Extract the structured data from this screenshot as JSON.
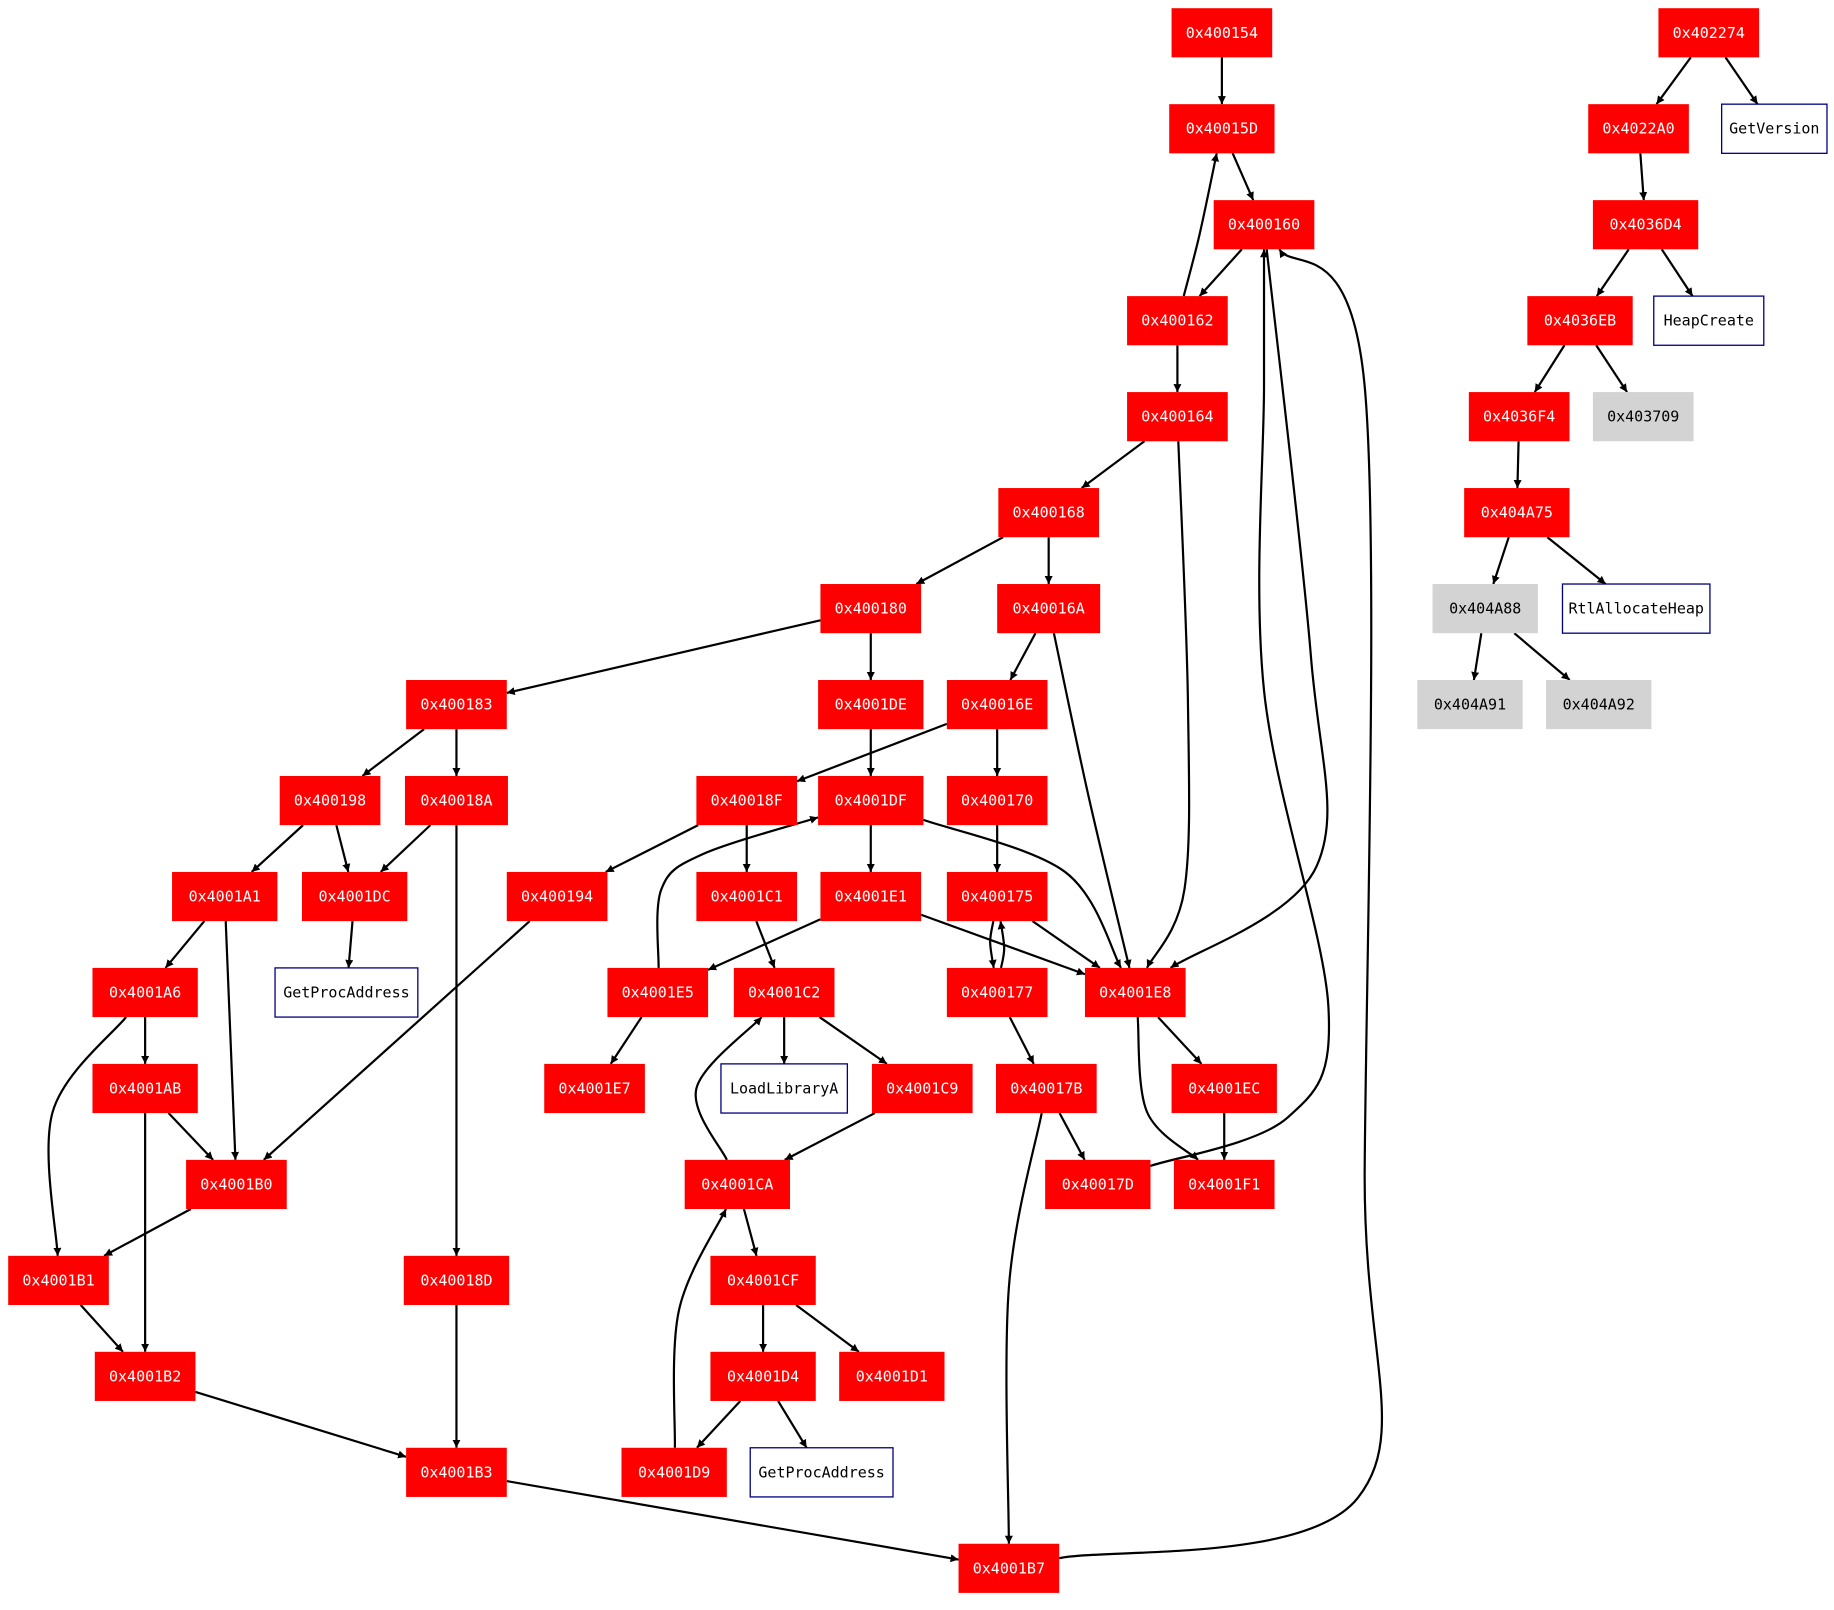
{
  "colors": {
    "basic_block_fill": "#ff0000",
    "basic_block_text": "#ffffff",
    "api_border": "#000080",
    "api_text": "#000000",
    "unresolved_fill": "#d3d3d3",
    "unresolved_text": "#000000",
    "edge": "#000000"
  },
  "nodes": [
    {
      "id": "n400154",
      "label": "0x400154",
      "kind": "block"
    },
    {
      "id": "n40015D",
      "label": "0x40015D",
      "kind": "block"
    },
    {
      "id": "n400160",
      "label": "0x400160",
      "kind": "block"
    },
    {
      "id": "n400162",
      "label": "0x400162",
      "kind": "block"
    },
    {
      "id": "n400164",
      "label": "0x400164",
      "kind": "block"
    },
    {
      "id": "n400168",
      "label": "0x400168",
      "kind": "block"
    },
    {
      "id": "n400180",
      "label": "0x400180",
      "kind": "block"
    },
    {
      "id": "n40016A",
      "label": "0x40016A",
      "kind": "block"
    },
    {
      "id": "n400183",
      "label": "0x400183",
      "kind": "block"
    },
    {
      "id": "n4001DE",
      "label": "0x4001DE",
      "kind": "block"
    },
    {
      "id": "n40016E",
      "label": "0x40016E",
      "kind": "block"
    },
    {
      "id": "n400198",
      "label": "0x400198",
      "kind": "block"
    },
    {
      "id": "n40018A",
      "label": "0x40018A",
      "kind": "block"
    },
    {
      "id": "n40018F",
      "label": "0x40018F",
      "kind": "block"
    },
    {
      "id": "n4001DF",
      "label": "0x4001DF",
      "kind": "block"
    },
    {
      "id": "n400170",
      "label": "0x400170",
      "kind": "block"
    },
    {
      "id": "n4001A1",
      "label": "0x4001A1",
      "kind": "block"
    },
    {
      "id": "n4001DC",
      "label": "0x4001DC",
      "kind": "block"
    },
    {
      "id": "n400194",
      "label": "0x400194",
      "kind": "block"
    },
    {
      "id": "n4001C1",
      "label": "0x4001C1",
      "kind": "block"
    },
    {
      "id": "n4001E1",
      "label": "0x4001E1",
      "kind": "block"
    },
    {
      "id": "n400175",
      "label": "0x400175",
      "kind": "block"
    },
    {
      "id": "n4001A6",
      "label": "0x4001A6",
      "kind": "block"
    },
    {
      "id": "gpa1",
      "label": "GetProcAddress",
      "kind": "api"
    },
    {
      "id": "n4001E5",
      "label": "0x4001E5",
      "kind": "block"
    },
    {
      "id": "n4001C2",
      "label": "0x4001C2",
      "kind": "block"
    },
    {
      "id": "n400177",
      "label": "0x400177",
      "kind": "block"
    },
    {
      "id": "n4001E8",
      "label": "0x4001E8",
      "kind": "block"
    },
    {
      "id": "n4001AB",
      "label": "0x4001AB",
      "kind": "block"
    },
    {
      "id": "n4001E7",
      "label": "0x4001E7",
      "kind": "block"
    },
    {
      "id": "lla",
      "label": "LoadLibraryA",
      "kind": "api"
    },
    {
      "id": "n4001C9",
      "label": "0x4001C9",
      "kind": "block"
    },
    {
      "id": "n40017B",
      "label": "0x40017B",
      "kind": "block"
    },
    {
      "id": "n4001EC",
      "label": "0x4001EC",
      "kind": "block"
    },
    {
      "id": "n4001B0",
      "label": "0x4001B0",
      "kind": "block"
    },
    {
      "id": "n4001CA",
      "label": "0x4001CA",
      "kind": "block"
    },
    {
      "id": "n40017D",
      "label": "0x40017D",
      "kind": "block"
    },
    {
      "id": "n4001F1",
      "label": "0x4001F1",
      "kind": "block"
    },
    {
      "id": "n4001B1",
      "label": "0x4001B1",
      "kind": "block"
    },
    {
      "id": "n40018D",
      "label": "0x40018D",
      "kind": "block"
    },
    {
      "id": "n4001CF",
      "label": "0x4001CF",
      "kind": "block"
    },
    {
      "id": "n4001B2",
      "label": "0x4001B2",
      "kind": "block"
    },
    {
      "id": "n4001D4",
      "label": "0x4001D4",
      "kind": "block"
    },
    {
      "id": "n4001D1",
      "label": "0x4001D1",
      "kind": "block"
    },
    {
      "id": "n4001B3",
      "label": "0x4001B3",
      "kind": "block"
    },
    {
      "id": "n4001D9",
      "label": "0x4001D9",
      "kind": "block"
    },
    {
      "id": "gpa2",
      "label": "GetProcAddress",
      "kind": "api"
    },
    {
      "id": "n4001B7",
      "label": "0x4001B7",
      "kind": "block"
    },
    {
      "id": "n402274",
      "label": "0x402274",
      "kind": "block"
    },
    {
      "id": "n4022A0",
      "label": "0x4022A0",
      "kind": "block"
    },
    {
      "id": "getversion",
      "label": "GetVersion",
      "kind": "api"
    },
    {
      "id": "n4036D4",
      "label": "0x4036D4",
      "kind": "block"
    },
    {
      "id": "n4036EB",
      "label": "0x4036EB",
      "kind": "block"
    },
    {
      "id": "heapcreate",
      "label": "HeapCreate",
      "kind": "api"
    },
    {
      "id": "n4036F4",
      "label": "0x4036F4",
      "kind": "block"
    },
    {
      "id": "n403709",
      "label": "0x403709",
      "kind": "unresolved"
    },
    {
      "id": "n404A75",
      "label": "0x404A75",
      "kind": "block"
    },
    {
      "id": "n404A88",
      "label": "0x404A88",
      "kind": "unresolved"
    },
    {
      "id": "rtlallocheap",
      "label": "RtlAllocateHeap",
      "kind": "api"
    },
    {
      "id": "n404A91",
      "label": "0x404A91",
      "kind": "unresolved"
    },
    {
      "id": "n404A92",
      "label": "0x404A92",
      "kind": "unresolved"
    }
  ],
  "edges": [
    [
      "n400154",
      "n40015D"
    ],
    [
      "n40015D",
      "n400160"
    ],
    [
      "n400160",
      "n400162"
    ],
    [
      "n400162",
      "n40015D"
    ],
    [
      "n400162",
      "n400164"
    ],
    [
      "n400164",
      "n400168"
    ],
    [
      "n400164",
      "n4001E8"
    ],
    [
      "n400168",
      "n400180"
    ],
    [
      "n400168",
      "n40016A"
    ],
    [
      "n400180",
      "n400183"
    ],
    [
      "n400180",
      "n4001DE"
    ],
    [
      "n40016A",
      "n40016E"
    ],
    [
      "n40016A",
      "n4001E8"
    ],
    [
      "n400183",
      "n400198"
    ],
    [
      "n400183",
      "n40018A"
    ],
    [
      "n4001DE",
      "n4001DF"
    ],
    [
      "n40016E",
      "n40018F"
    ],
    [
      "n40016E",
      "n400170"
    ],
    [
      "n400198",
      "n4001A1"
    ],
    [
      "n400198",
      "n4001DC"
    ],
    [
      "n40018A",
      "n4001DC"
    ],
    [
      "n40018A",
      "n40018D"
    ],
    [
      "n40018F",
      "n400194"
    ],
    [
      "n40018F",
      "n4001C1"
    ],
    [
      "n4001DF",
      "n4001E1"
    ],
    [
      "n4001DF",
      "n4001E8"
    ],
    [
      "n400170",
      "n400175"
    ],
    [
      "n4001A1",
      "n4001A6"
    ],
    [
      "n4001A1",
      "n4001B0"
    ],
    [
      "n4001DC",
      "gpa1"
    ],
    [
      "n400194",
      "n4001B0"
    ],
    [
      "n4001C1",
      "n4001C2"
    ],
    [
      "n4001E1",
      "n4001E5"
    ],
    [
      "n4001E1",
      "n4001E8"
    ],
    [
      "n400175",
      "n400177"
    ],
    [
      "n400175",
      "n4001E8"
    ],
    [
      "n400177",
      "n400175"
    ],
    [
      "n400177",
      "n40017B"
    ],
    [
      "n4001A6",
      "n4001AB"
    ],
    [
      "n4001A6",
      "n4001B1"
    ],
    [
      "n4001E5",
      "n4001E7"
    ],
    [
      "n4001E5",
      "n4001DF"
    ],
    [
      "n4001C2",
      "lla"
    ],
    [
      "n4001C2",
      "n4001C9"
    ],
    [
      "n4001E8",
      "n4001EC"
    ],
    [
      "n4001E8",
      "n4001F1"
    ],
    [
      "n400160",
      "n4001E8"
    ],
    [
      "n4001AB",
      "n4001B0"
    ],
    [
      "n4001AB",
      "n4001B2"
    ],
    [
      "n4001C9",
      "n4001CA"
    ],
    [
      "n40017B",
      "n40017D"
    ],
    [
      "n40017B",
      "n4001B7"
    ],
    [
      "n4001EC",
      "n4001F1"
    ],
    [
      "n4001B0",
      "n4001B1"
    ],
    [
      "n4001CA",
      "n4001C2"
    ],
    [
      "n4001CA",
      "n4001CF"
    ],
    [
      "n40017D",
      "n400160"
    ],
    [
      "n4001B1",
      "n4001B2"
    ],
    [
      "n40018D",
      "n4001B3"
    ],
    [
      "n4001CF",
      "n4001D4"
    ],
    [
      "n4001CF",
      "n4001D1"
    ],
    [
      "n4001B2",
      "n4001B3"
    ],
    [
      "n4001D4",
      "n4001D9"
    ],
    [
      "n4001D4",
      "gpa2"
    ],
    [
      "n4001D9",
      "n4001CA"
    ],
    [
      "n4001B3",
      "n4001B7"
    ],
    [
      "n4001B7",
      "n400160"
    ],
    [
      "n402274",
      "n4022A0"
    ],
    [
      "n402274",
      "getversion"
    ],
    [
      "n4022A0",
      "n4036D4"
    ],
    [
      "n4036D4",
      "n4036EB"
    ],
    [
      "n4036D4",
      "heapcreate"
    ],
    [
      "n4036EB",
      "n4036F4"
    ],
    [
      "n4036EB",
      "n403709"
    ],
    [
      "n4036F4",
      "n404A75"
    ],
    [
      "n404A75",
      "n404A88"
    ],
    [
      "n404A75",
      "rtlallocheap"
    ],
    [
      "n404A88",
      "n404A91"
    ],
    [
      "n404A88",
      "n404A92"
    ]
  ]
}
